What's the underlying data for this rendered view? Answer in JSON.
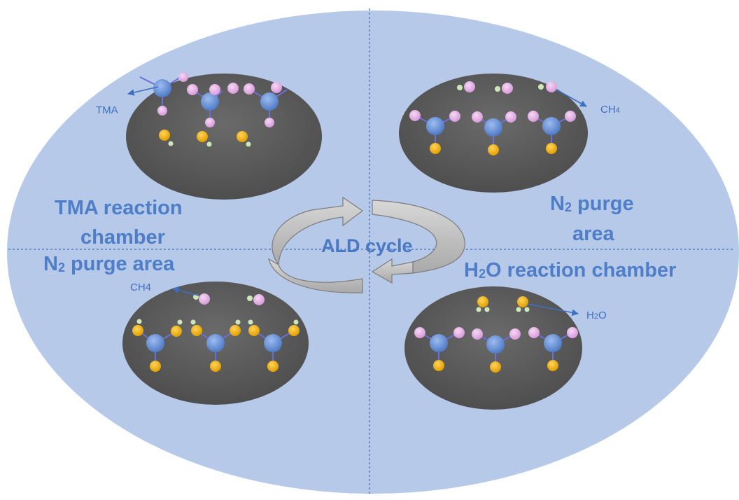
{
  "labels": {
    "tma_chamber_line1": "TMA reaction",
    "tma_chamber_line2": "chamber",
    "purge_top_line1": "N",
    "purge_top_sub": "2",
    "purge_top_line1_rest": " purge",
    "purge_top_line2": "area",
    "purge_bottom_pre": "N",
    "purge_bottom_sub": "2",
    "purge_bottom_rest": " purge area",
    "h2o_chamber_pre": "H",
    "h2o_chamber_sub": "2",
    "h2o_chamber_rest": "O reaction chamber",
    "cycle": "ALD cycle"
  },
  "molecule_labels": {
    "tma": "TMA",
    "ch4_top_pre": "CH",
    "ch4_top_sub": "4",
    "ch4_bottom": "CH4",
    "h2o_pre": "H",
    "h2o_sub": "2",
    "h2o_rest": "O"
  },
  "colors": {
    "background_disc": "#b6c9e8",
    "surface": "#5c5c5c",
    "label": "#4f7ec9",
    "aluminum_atom": "#6f97d6",
    "carbon_atom": "#e8b8e8",
    "oxygen_atom": "#f3b81a",
    "hydrogen_atom": "#cde8b8",
    "arrow": "#c4c4c4"
  }
}
